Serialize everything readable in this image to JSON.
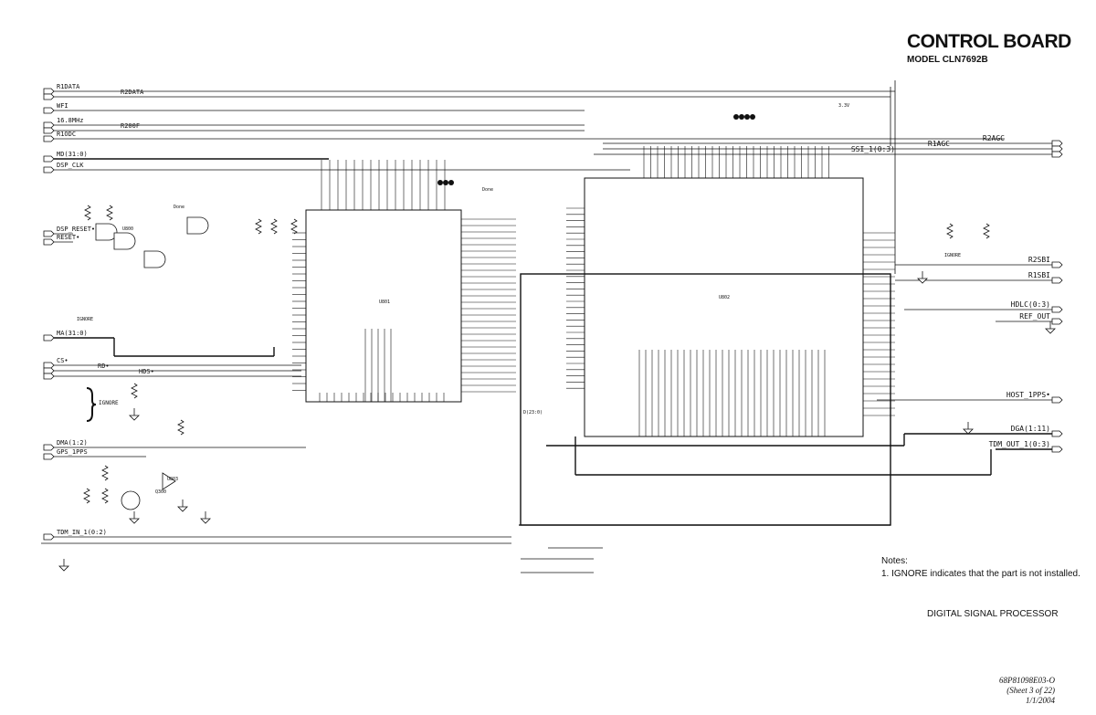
{
  "header": {
    "title": "CONTROL BOARD",
    "model": "MODEL CLN7692B"
  },
  "left_signals": [
    {
      "label": "R1DATA"
    },
    {
      "label": "R2DATA"
    },
    {
      "label": "WFI"
    },
    {
      "label": "16.8MHz"
    },
    {
      "label": "R200F"
    },
    {
      "label": "R1ODC"
    },
    {
      "label": "MD(31:0)"
    },
    {
      "label": "DSP_CLK"
    },
    {
      "label": "DSP_RESET•"
    },
    {
      "label": "RESET•"
    },
    {
      "label": "MA(31:0)"
    },
    {
      "label": "CS•"
    },
    {
      "label": "RD•"
    },
    {
      "label": "HDS•"
    },
    {
      "label": "DMA(1:2)"
    },
    {
      "label": "GPS_1PPS"
    },
    {
      "label": "TDM_IN_1(0:2)"
    }
  ],
  "right_signals": [
    {
      "label": "R2AGC"
    },
    {
      "label": "R1AGC"
    },
    {
      "label": "SSI_1(0:3)"
    },
    {
      "label": "R2SBI"
    },
    {
      "label": "R1SBI"
    },
    {
      "label": "HDLC(0:3)"
    },
    {
      "label": "REF_OUT"
    },
    {
      "label": "HOST_1PPS•"
    },
    {
      "label": "DGA(1:11)"
    },
    {
      "label": "TDM_OUT_1(0:3)"
    }
  ],
  "components": {
    "u801": "U801",
    "u802": "U802",
    "u800": "U800",
    "u803": "U803",
    "q300": "Q300",
    "d_bus": "D(23:0)",
    "ignore": "IGNORE",
    "v33": "3.3V",
    "done": "Done"
  },
  "notes": {
    "heading": "Notes:",
    "items": [
      "1. IGNORE indicates that the part is not installed."
    ]
  },
  "sheet": {
    "subtitle": "DIGITAL SIGNAL PROCESSOR",
    "doc_number": "68P81098E03-O",
    "sheet": "(Sheet 3 of 22)",
    "date": "1/1/2004"
  }
}
